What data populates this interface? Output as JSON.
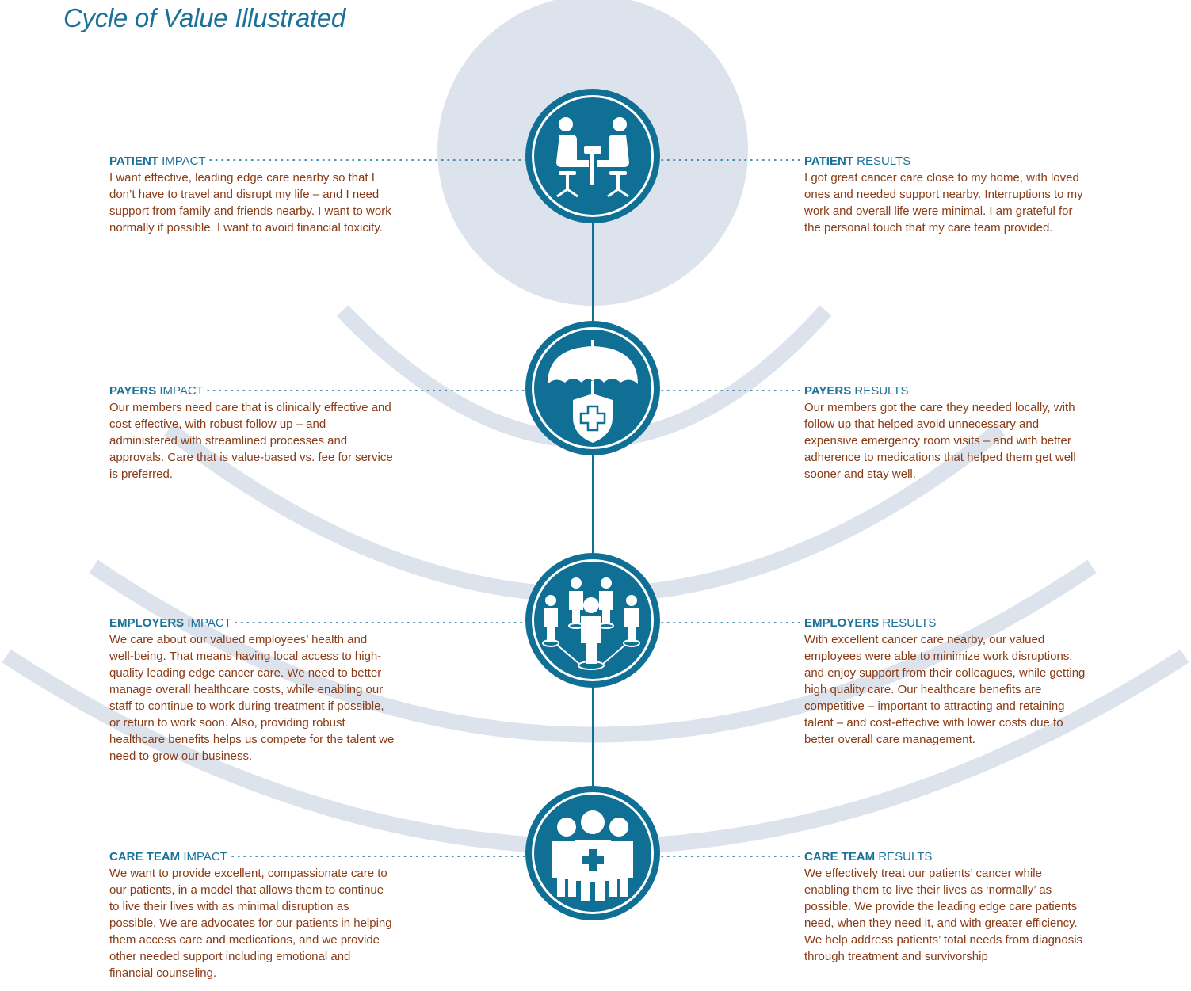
{
  "title": "Cycle of Value Illustrated",
  "colors": {
    "accent": "#0f6f94",
    "heading": "#1a7199",
    "body_text": "#8a3a14",
    "arc": "#dde3ec"
  },
  "rows": [
    {
      "icon": "patient-consultation-icon",
      "impact": {
        "key": "PATIENT",
        "suffix": "IMPACT",
        "text": "I want effective, leading edge care nearby so that I don’t have to travel and disrupt my life – and I need support from family and friends nearby. I want to work normally if possible. I want to avoid financial toxicity."
      },
      "results": {
        "key": "PATIENT",
        "suffix": "RESULTS",
        "text": "I got great cancer care close to my home, with loved ones and needed support nearby. Interruptions to my work and overall life were minimal. I am grateful for the personal touch that my care team provided."
      }
    },
    {
      "icon": "umbrella-shield-icon",
      "impact": {
        "key": "PAYERS",
        "suffix": "IMPACT",
        "text": "Our members need care that is clinically effective and cost effective, with robust follow up – and administered with streamlined processes and approvals. Care that is value-based vs. fee for service is preferred."
      },
      "results": {
        "key": "PAYERS",
        "suffix": "RESULTS",
        "text": "Our members got the care they needed locally, with follow up that helped avoid unnecessary and expensive emergency room visits – and with better adherence to medications that helped them get well sooner and stay well."
      }
    },
    {
      "icon": "employee-network-icon",
      "impact": {
        "key": "EMPLOYERS",
        "suffix": "IMPACT",
        "text": "We care about our valued employees’ health and well-being. That means having local access to high-quality leading edge cancer care. We need to better manage overall healthcare costs, while enabling our staff to continue to work during treatment if possible, or return to work soon. Also, providing robust healthcare benefits helps us compete for the talent we need to grow our business."
      },
      "results": {
        "key": "EMPLOYERS",
        "suffix": "RESULTS",
        "text": "With excellent cancer care nearby, our valued employees were able to minimize work disruptions, and enjoy support from their colleagues, while getting high quality care. Our healthcare benefits are competitive – important to attracting and retaining talent – and cost-effective with lower costs due to better overall care management."
      }
    },
    {
      "icon": "care-team-icon",
      "impact": {
        "key": "CARE TEAM",
        "suffix": "IMPACT",
        "text": "We want to provide excellent, compassionate care to our patients, in a model that allows them to continue to live their lives with as minimal disruption as possible. We are advocates for our patients in helping them access care and medications, and we provide other needed support including emotional and financial counseling."
      },
      "results": {
        "key": "CARE TEAM",
        "suffix": "RESULTS",
        "text": "We effectively treat our patients’ cancer while enabling them to live their lives as ‘normally’ as possible. We provide the leading edge care patients need, when they need it, and with greater efficiency. We help address patients’ total needs from diagnosis through treatment and survivorship"
      }
    }
  ]
}
